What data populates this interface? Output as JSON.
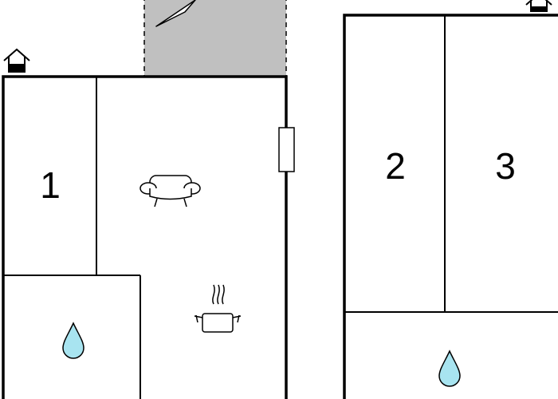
{
  "rooms": {
    "bedroom_1": {
      "number": "1"
    },
    "bedroom_2": {
      "number": "2"
    },
    "bedroom_3": {
      "number": "3"
    }
  },
  "icons": {
    "entrance": "house-entrance-icon",
    "terrace_direction": "triangle-arrow-icon",
    "window": "window-icon",
    "sofa": "sofa-icon",
    "kitchen": "cooking-pot-icon",
    "bathroom": "water-drop-icon"
  },
  "colors": {
    "wall": "#000000",
    "terrace": "#c0c0c0",
    "water": "#a8e4f0",
    "background": "#ffffff"
  }
}
